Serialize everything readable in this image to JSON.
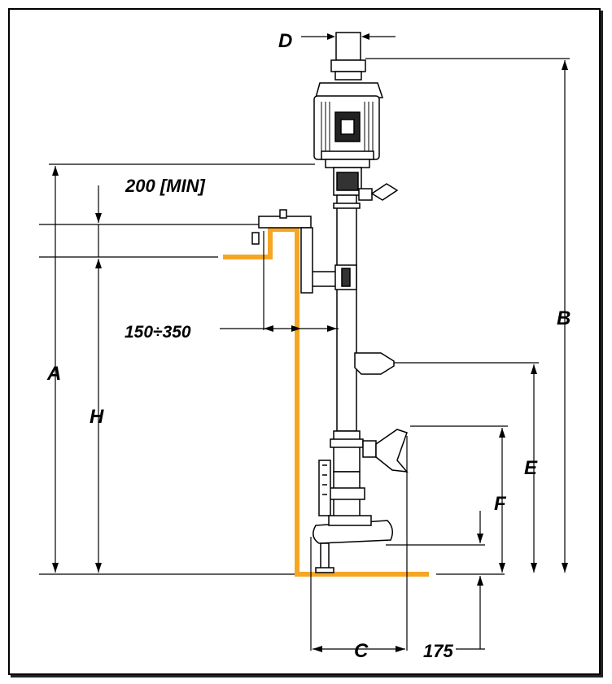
{
  "labels": {
    "D": "D",
    "B": "B",
    "A": "A",
    "H": "H",
    "E": "E",
    "F": "F",
    "C": "C",
    "min_clearance": "200 [MIN]",
    "flange_range": "150÷350",
    "bottom_offset": "175"
  },
  "colors": {
    "tank_outline": "#f5a623",
    "line": "#000000",
    "body_fill": "#ffffff"
  }
}
